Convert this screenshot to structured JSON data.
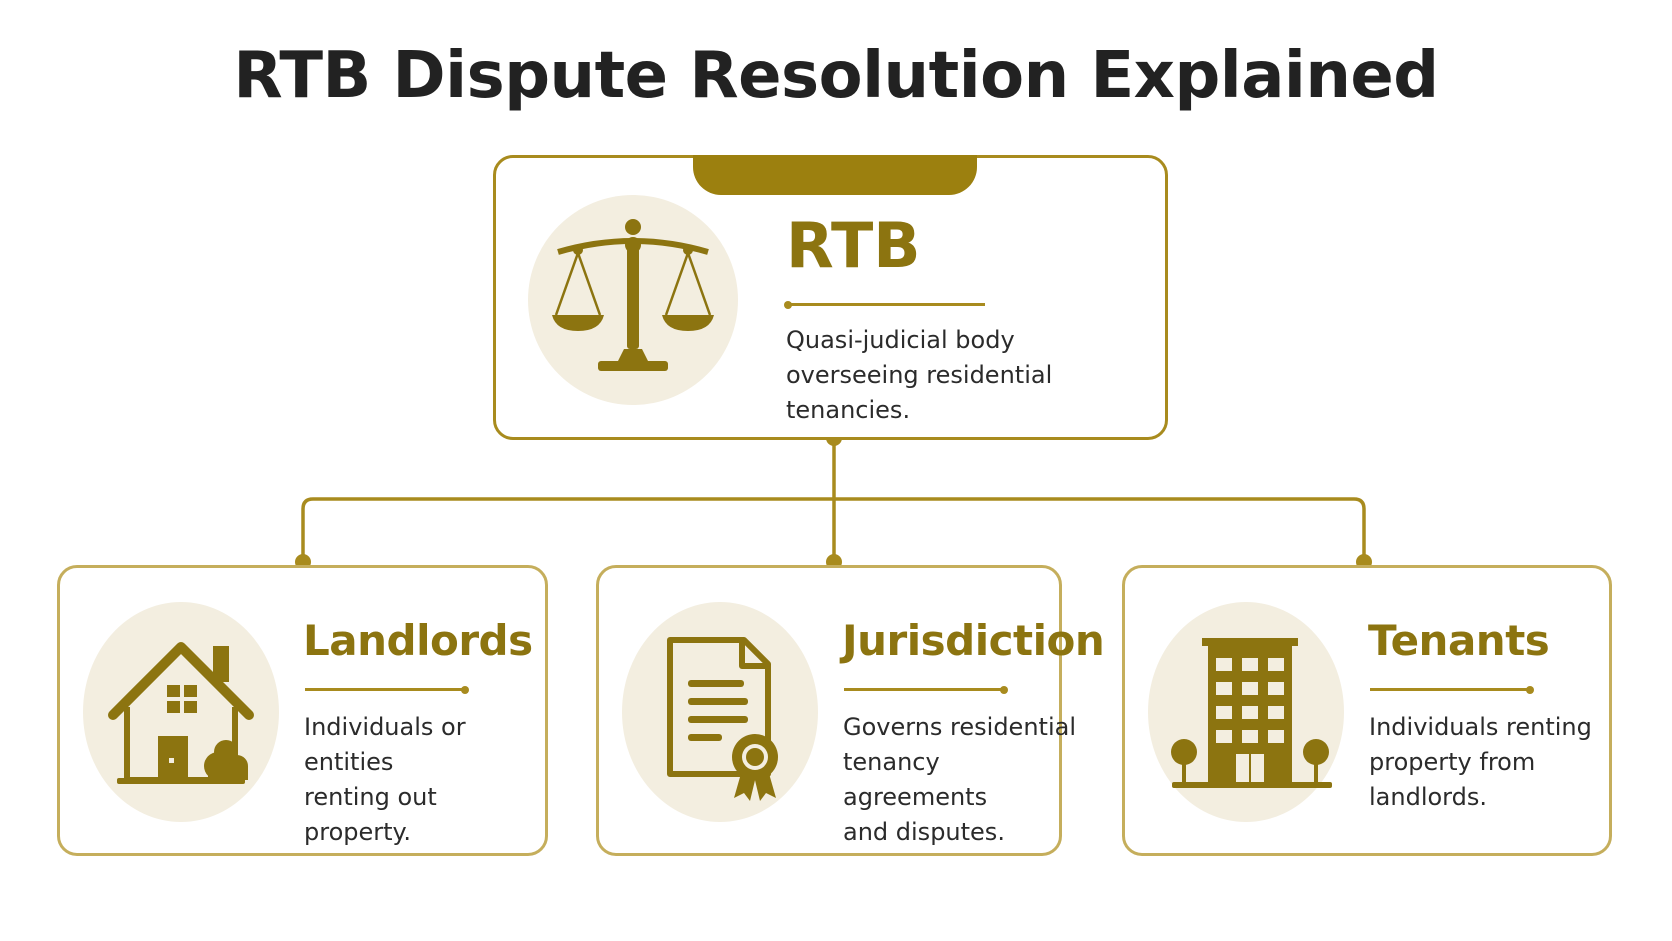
{
  "title": "RTB Dispute Resolution Explained",
  "colors": {
    "accent": "#a88b1e",
    "heading": "#8c7410",
    "icon_background": "#f3eee0",
    "title_text": "#222222",
    "body_text": "#2b2b2b"
  },
  "top_node": {
    "heading": "RTB",
    "description": "Quasi-judicial body\noverseeing residential tenancies.",
    "icon": "scales-of-justice-icon"
  },
  "child_nodes": [
    {
      "id": "landlords",
      "heading": "Landlords",
      "description": "Individuals or entities\nrenting out property.",
      "icon": "house-icon"
    },
    {
      "id": "jurisdiction",
      "heading": "Jurisdiction",
      "description": "Governs residential\ntenancy agreements\nand disputes.",
      "icon": "document-certificate-icon"
    },
    {
      "id": "tenants",
      "heading": "Tenants",
      "description": "Individuals renting\nproperty from\nlandlords.",
      "icon": "apartment-building-icon"
    }
  ]
}
